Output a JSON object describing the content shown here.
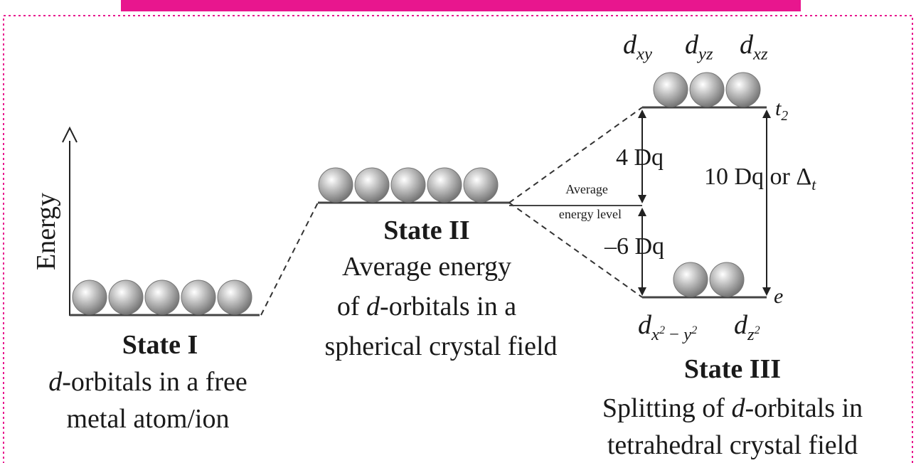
{
  "axis": {
    "energy_label": "Energy"
  },
  "state1": {
    "title": "State I",
    "desc_line1_italic": "d",
    "desc_line1_rest": "-orbitals in a free",
    "desc_line2": "metal atom/ion",
    "orbital_count": 5
  },
  "state2": {
    "title": "State II",
    "desc_line1": "Average energy",
    "desc_line2_pre": "of ",
    "desc_line2_italic": "d",
    "desc_line2_post": "-orbitals in a",
    "desc_line3": "spherical crystal field",
    "orbital_count": 5,
    "avg_label_line1": "Average",
    "avg_label_line2": "energy level"
  },
  "state3": {
    "title": "State III",
    "desc_line1_pre": "Splitting of ",
    "desc_line1_italic": "d",
    "desc_line1_post": "-orbitals in",
    "desc_line2": "tetrahedral crystal field",
    "t2": {
      "label_main": "t",
      "label_sub": "2",
      "orbital_count": 3,
      "orbitals": [
        {
          "main": "d",
          "sub": "xy"
        },
        {
          "main": "d",
          "sub": "yz"
        },
        {
          "main": "d",
          "sub": "xz"
        }
      ]
    },
    "e": {
      "label": "e",
      "orbital_count": 2
    },
    "e_orbitals": {
      "first_main": "d",
      "first_sub_a": "x",
      "first_sup_a": "2",
      "first_minus": " − ",
      "first_sub_b": "y",
      "first_sup_b": "2",
      "second_main": "d",
      "second_sub": "z",
      "second_sup": "2"
    },
    "upper_gap": "4 Dq",
    "lower_gap": "–6 Dq",
    "total_gap_pre": "10 Dq or Δ",
    "total_gap_sub": "t"
  },
  "colors": {
    "accent_bar": "#e8168e",
    "border": "#e8168e",
    "line": "#333333"
  }
}
